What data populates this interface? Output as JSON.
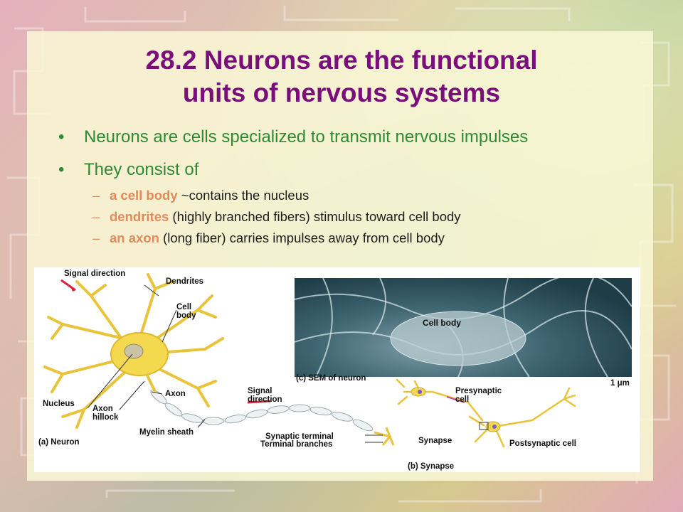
{
  "slide": {
    "title_line1": "28.2  Neurons are the functional",
    "title_line2": "units of nervous systems",
    "bullets": [
      {
        "text": "Neurons are cells specialized to transmit nervous impulses"
      },
      {
        "text": "They consist of"
      }
    ],
    "sub_bullets": [
      {
        "highlight": "a cell body",
        "rest": " ~contains the nucleus"
      },
      {
        "highlight": "dendrites",
        "rest": " (highly branched fibers) stimulus toward cell body"
      },
      {
        "highlight": "an axon",
        "rest": " (long fiber) carries impulses away from cell body"
      }
    ],
    "bullet_marker": "•",
    "dash_marker": "–"
  },
  "figure": {
    "labels": {
      "signal_direction": "Signal direction",
      "dendrites": "Dendrites",
      "cell_body": "Cell body",
      "nucleus": "Nucleus",
      "axon": "Axon",
      "axon_hillock": "Axon hillock",
      "myelin_sheath": "Myelin sheath",
      "signal_direction_2": "Signal direction",
      "synaptic_terminal": "Synaptic terminal",
      "terminal_branches": "Terminal branches",
      "panel_a": "(a) Neuron",
      "sem_cell_body": "Cell body",
      "panel_c": "(c) SEM of neuron",
      "scale": "1 μm",
      "presynaptic_cell": "Presynaptic cell",
      "synapse": "Synapse",
      "postsynaptic_cell": "Postsynaptic cell",
      "panel_b": "(b) Synapse"
    }
  },
  "colors": {
    "title": "#7a0f7c",
    "bullet_text": "#2f8a33",
    "highlight": "#e38a5b",
    "neuron": "#f2d34a"
  }
}
